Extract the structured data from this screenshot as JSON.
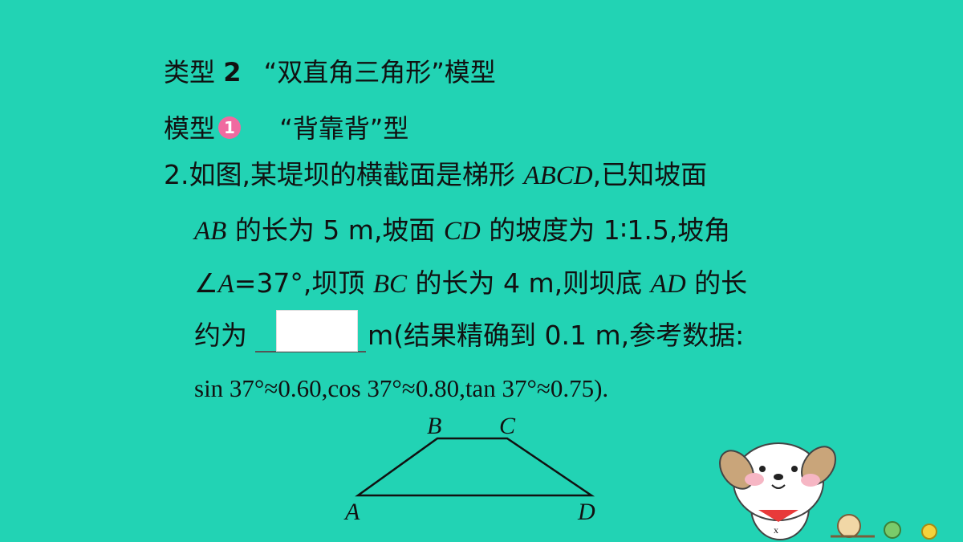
{
  "heading": {
    "type_label": "类型",
    "type_number": "2",
    "type_title": "“双直角三角形”模型"
  },
  "subheading": {
    "model_label": "模型",
    "model_number": "1",
    "model_title": "“背靠背”型"
  },
  "problem": {
    "line1_prefix": "2.如图,某堤坝的横截面是梯形 ",
    "line1_var": "ABCD",
    "line1_suffix": ",已知坡面",
    "line2_var1": "AB",
    "line2_a": " 的长为 5 m,坡面 ",
    "line2_var2": "CD",
    "line2_b": " 的坡度为 1∶1.5,坡角",
    "line3_a": "∠",
    "line3_var1": "A",
    "line3_b": "=37°,坝顶 ",
    "line3_var2": "BC",
    "line3_c": " 的长为 4 m,则坝底 ",
    "line3_var3": "AD",
    "line3_d": " 的长",
    "line4_a": "约为",
    "line4_b": "m(结果精确到 0.1 m,参考数据:",
    "line5": "sin 37°≈0.60,cos 37°≈0.80,tan 37°≈0.75)."
  },
  "figure": {
    "label_a": "A",
    "label_b": "B",
    "label_c": "C",
    "label_d": "D"
  }
}
